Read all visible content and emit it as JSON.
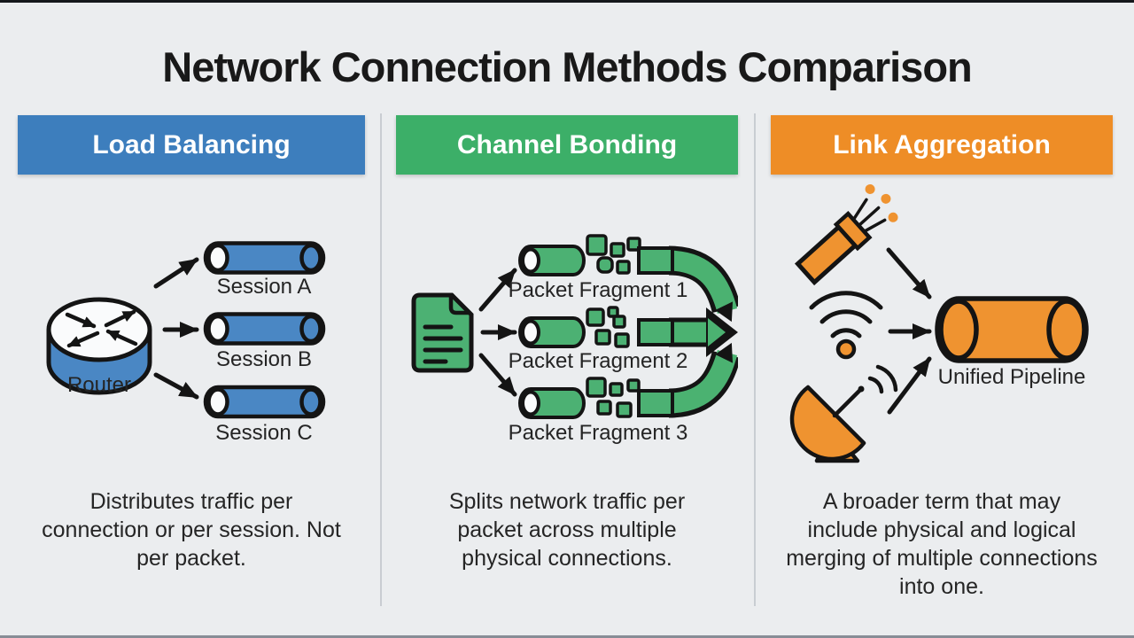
{
  "title": "Network Connection Methods Comparison",
  "columns": [
    {
      "header": "Load Balancing",
      "header_color": "#3d7ebd",
      "source_label": "Router",
      "targets": [
        "Session A",
        "Session B",
        "Session C"
      ],
      "description": "Distributes traffic per connection or per session. Not per packet.",
      "icons": [
        "router-icon",
        "session-pipe-icon",
        "arrow-icon"
      ]
    },
    {
      "header": "Channel Bonding",
      "header_color": "#3caf68",
      "targets": [
        "Packet Fragment 1",
        "Packet Fragment 2",
        "Packet Fragment 3"
      ],
      "description": "Splits network traffic per packet across multiple physical connections.",
      "icons": [
        "document-icon",
        "fragment-pipe-icon",
        "merge-arrow-icon"
      ]
    },
    {
      "header": "Link Aggregation",
      "sink_label": "Unified Pipeline",
      "header_color": "#ee8d26",
      "description": "A broader term that may include physical and logical merging of multiple connections into one.",
      "icons": [
        "fiber-cable-icon",
        "wifi-icon",
        "satellite-dish-icon",
        "pipeline-icon",
        "arrow-icon"
      ]
    }
  ],
  "colors": {
    "background": "#ebedef",
    "blue_header": "#3d7ebd",
    "blue_fill": "#4a87c4",
    "green_header": "#3caf68",
    "green_fill": "#4bb271",
    "orange_header": "#ee8d26",
    "orange_fill": "#ef9330",
    "outline": "#141414",
    "divider": "#c9cdd2",
    "text": "#242424"
  }
}
